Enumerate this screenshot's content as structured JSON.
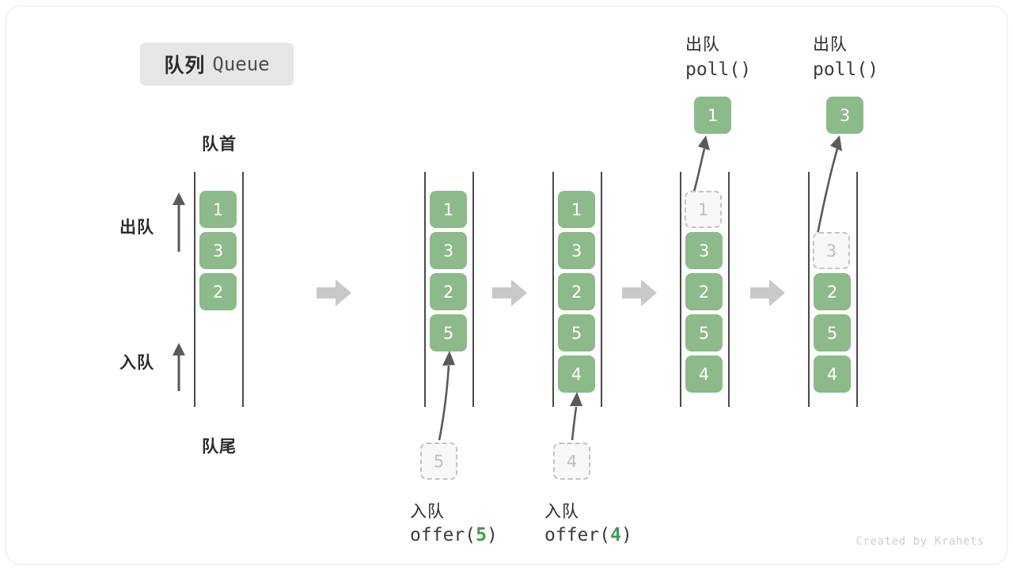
{
  "title": {
    "cn": "队列",
    "en": "Queue"
  },
  "legend": {
    "head_label": "队首",
    "tail_label": "队尾",
    "dequeue_label": "出队",
    "enqueue_label": "入队"
  },
  "credit": "Created by Krahets",
  "colors": {
    "element_fill": "#8cba8a",
    "element_text": "#ffffff",
    "ghost_fill": "#f8f8f8",
    "ghost_border": "#c2c2c2",
    "ghost_text": "#bdbdbd",
    "rail": "#4a4a4a",
    "arrow": "#5a5a5a",
    "step_arrow": "#c8c8c8",
    "chip_bg": "#e6e6e6",
    "highlight": "#3f9b4f"
  },
  "steps": [
    {
      "id": "initial",
      "elements": [
        "1",
        "3",
        "2"
      ],
      "ghost_index": -1,
      "bottom_caption_cn": "",
      "bottom_caption_code": "",
      "bottom_ghost": "",
      "top_caption_cn": "",
      "top_caption_code": "",
      "top_result": ""
    },
    {
      "id": "offer-5",
      "elements": [
        "1",
        "3",
        "2",
        "5"
      ],
      "ghost_index": -1,
      "bottom_caption_cn": "入队",
      "bottom_caption_code_pre": "offer(",
      "bottom_caption_code_hl": "5",
      "bottom_caption_code_post": ")",
      "bottom_ghost": "5",
      "top_caption_cn": "",
      "top_caption_code": "",
      "top_result": ""
    },
    {
      "id": "offer-4",
      "elements": [
        "1",
        "3",
        "2",
        "5",
        "4"
      ],
      "ghost_index": -1,
      "bottom_caption_cn": "入队",
      "bottom_caption_code_pre": "offer(",
      "bottom_caption_code_hl": "4",
      "bottom_caption_code_post": ")",
      "bottom_ghost": "4",
      "top_caption_cn": "",
      "top_caption_code": "",
      "top_result": ""
    },
    {
      "id": "poll-1",
      "elements": [
        "1",
        "3",
        "2",
        "5",
        "4"
      ],
      "ghost_index": 0,
      "bottom_caption_cn": "",
      "bottom_caption_code": "",
      "bottom_ghost": "",
      "top_caption_cn": "出队",
      "top_caption_code": "poll()",
      "top_result": "1"
    },
    {
      "id": "poll-3",
      "elements": [
        "",
        "3",
        "2",
        "5",
        "4"
      ],
      "ghost_index": 1,
      "bottom_caption_cn": "",
      "bottom_caption_code": "",
      "bottom_ghost": "",
      "top_caption_cn": "出队",
      "top_caption_code": "poll()",
      "top_result": "3"
    }
  ],
  "step_arrows": [
    {
      "name": "step-arrow-1"
    },
    {
      "name": "step-arrow-2"
    },
    {
      "name": "step-arrow-3"
    },
    {
      "name": "step-arrow-4"
    }
  ]
}
